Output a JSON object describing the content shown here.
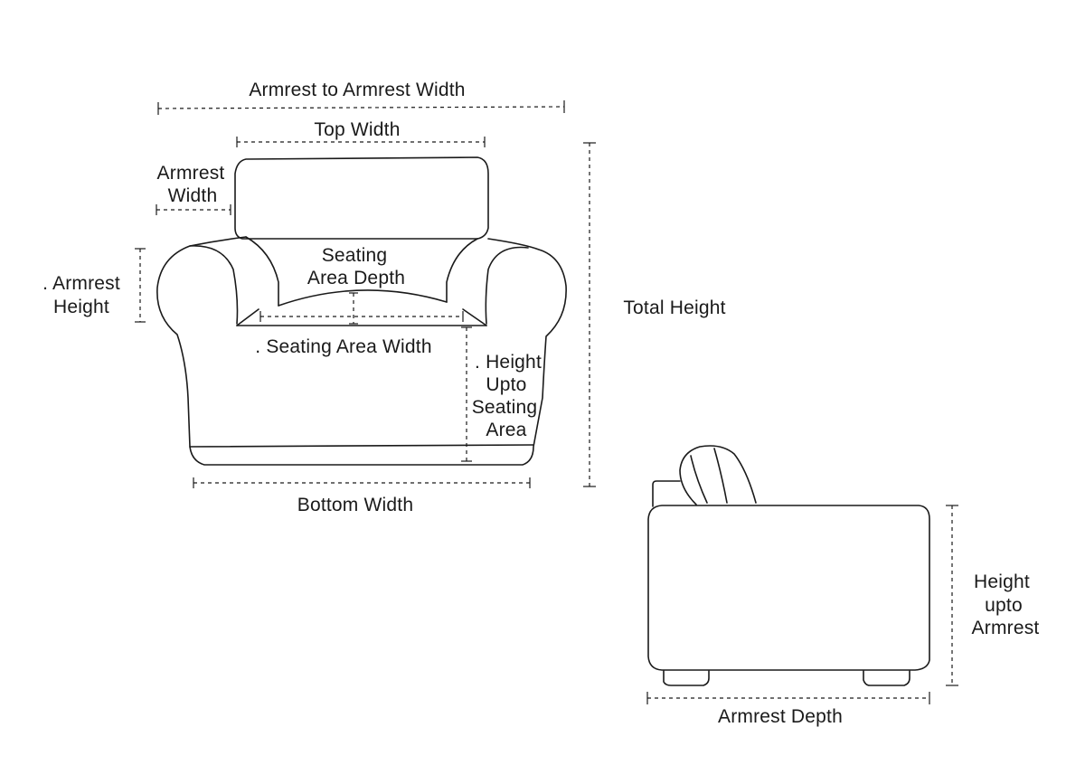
{
  "labels": {
    "armrest_to_armrest_width": "Armrest to Armrest Width",
    "top_width": "Top Width",
    "armrest_width_l1": "Armrest",
    "armrest_width_l2": "Width",
    "seating_area_depth_l1": "Seating",
    "seating_area_depth_l2": "Area Depth",
    "armrest_height_l1": ". Armrest",
    "armrest_height_l2": "Height",
    "seating_area_width": ". Seating Area Width",
    "height_upto_seating_l1": ". Height",
    "height_upto_seating_l2": "Upto",
    "height_upto_seating_l3": "Seating",
    "height_upto_seating_l4": "Area",
    "total_height": "Total Height",
    "bottom_width": "Bottom Width",
    "height_upto_armrest_l1": "Height",
    "height_upto_armrest_l2": "upto",
    "height_upto_armrest_l3": "Armrest",
    "armrest_depth": "Armrest Depth"
  },
  "colors": {
    "line": "#1a1a1a",
    "background": "#ffffff"
  }
}
